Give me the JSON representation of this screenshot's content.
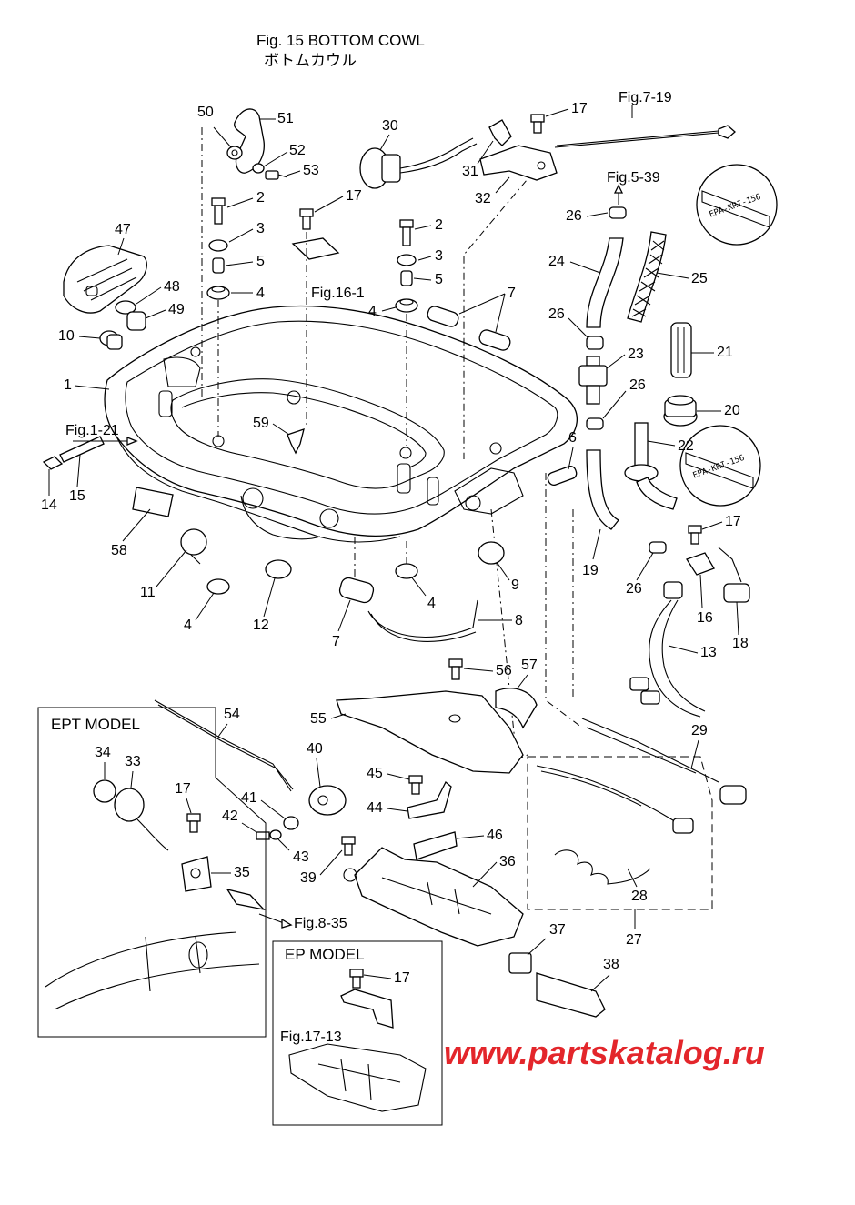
{
  "figure": {
    "title": "Fig. 15  BOTTOM COWL",
    "subtitle": "ボトムカウル"
  },
  "cross_refs": [
    {
      "id": "fig-7-19",
      "text": "Fig.7-19"
    },
    {
      "id": "fig-5-39",
      "text": "Fig.5-39"
    },
    {
      "id": "fig-16-1",
      "text": "Fig.16-1"
    },
    {
      "id": "fig-1-21",
      "text": "Fig.1-21"
    },
    {
      "id": "fig-8-35",
      "text": "Fig.8-35"
    },
    {
      "id": "fig-17-13",
      "text": "Fig.17-13"
    }
  ],
  "stamps": [
    {
      "id": "stamp-top",
      "text": "EPA-KRI-156"
    },
    {
      "id": "stamp-bottom",
      "text": "EPA-KRI-156"
    }
  ],
  "boxes": [
    {
      "id": "ept-model",
      "label": "EPT MODEL"
    },
    {
      "id": "ep-model",
      "label": "EP MODEL"
    }
  ],
  "callouts": [
    {
      "id": "c50",
      "text": "50"
    },
    {
      "id": "c51",
      "text": "51"
    },
    {
      "id": "c52",
      "text": "52"
    },
    {
      "id": "c53",
      "text": "53"
    },
    {
      "id": "c2a",
      "text": "2"
    },
    {
      "id": "c3a",
      "text": "3"
    },
    {
      "id": "c5a",
      "text": "5"
    },
    {
      "id": "c4a",
      "text": "4"
    },
    {
      "id": "c30",
      "text": "30"
    },
    {
      "id": "c31",
      "text": "31"
    },
    {
      "id": "c32",
      "text": "32"
    },
    {
      "id": "c17a",
      "text": "17"
    },
    {
      "id": "c17b",
      "text": "17"
    },
    {
      "id": "c2b",
      "text": "2"
    },
    {
      "id": "c3b",
      "text": "3"
    },
    {
      "id": "c5b",
      "text": "5"
    },
    {
      "id": "c4b",
      "text": "4"
    },
    {
      "id": "c7a",
      "text": "7"
    },
    {
      "id": "c26a",
      "text": "26"
    },
    {
      "id": "c24",
      "text": "24"
    },
    {
      "id": "c25",
      "text": "25"
    },
    {
      "id": "c26b",
      "text": "26"
    },
    {
      "id": "c23",
      "text": "23"
    },
    {
      "id": "c21",
      "text": "21"
    },
    {
      "id": "c26c",
      "text": "26"
    },
    {
      "id": "c20",
      "text": "20"
    },
    {
      "id": "c22",
      "text": "22"
    },
    {
      "id": "c47",
      "text": "47"
    },
    {
      "id": "c48",
      "text": "48"
    },
    {
      "id": "c49",
      "text": "49"
    },
    {
      "id": "c10",
      "text": "10"
    },
    {
      "id": "c1",
      "text": "1"
    },
    {
      "id": "c59",
      "text": "59"
    },
    {
      "id": "c6",
      "text": "6"
    },
    {
      "id": "c14",
      "text": "14"
    },
    {
      "id": "c15",
      "text": "15"
    },
    {
      "id": "c58",
      "text": "58"
    },
    {
      "id": "c11",
      "text": "11"
    },
    {
      "id": "c12",
      "text": "12"
    },
    {
      "id": "c4c",
      "text": "4"
    },
    {
      "id": "c7b",
      "text": "7"
    },
    {
      "id": "c4d",
      "text": "4"
    },
    {
      "id": "c9",
      "text": "9"
    },
    {
      "id": "c8",
      "text": "8"
    },
    {
      "id": "c19",
      "text": "19"
    },
    {
      "id": "c26d",
      "text": "26"
    },
    {
      "id": "c17c",
      "text": "17"
    },
    {
      "id": "c16",
      "text": "16"
    },
    {
      "id": "c18",
      "text": "18"
    },
    {
      "id": "c13",
      "text": "13"
    },
    {
      "id": "c56",
      "text": "56"
    },
    {
      "id": "c57",
      "text": "57"
    },
    {
      "id": "c55",
      "text": "55"
    },
    {
      "id": "c54",
      "text": "54"
    },
    {
      "id": "c34",
      "text": "34"
    },
    {
      "id": "c33",
      "text": "33"
    },
    {
      "id": "c17d",
      "text": "17"
    },
    {
      "id": "c35",
      "text": "35"
    },
    {
      "id": "c40",
      "text": "40"
    },
    {
      "id": "c41",
      "text": "41"
    },
    {
      "id": "c42",
      "text": "42"
    },
    {
      "id": "c43",
      "text": "43"
    },
    {
      "id": "c45",
      "text": "45"
    },
    {
      "id": "c44",
      "text": "44"
    },
    {
      "id": "c46",
      "text": "46"
    },
    {
      "id": "c39",
      "text": "39"
    },
    {
      "id": "c36",
      "text": "36"
    },
    {
      "id": "c29",
      "text": "29"
    },
    {
      "id": "c28",
      "text": "28"
    },
    {
      "id": "c27",
      "text": "27"
    },
    {
      "id": "c37",
      "text": "37"
    },
    {
      "id": "c38",
      "text": "38"
    },
    {
      "id": "c17e",
      "text": "17"
    }
  ],
  "watermark": "www.partskatalog.ru",
  "colors": {
    "ink": "#000000",
    "watermark": "#e3262b",
    "background": "#ffffff"
  }
}
